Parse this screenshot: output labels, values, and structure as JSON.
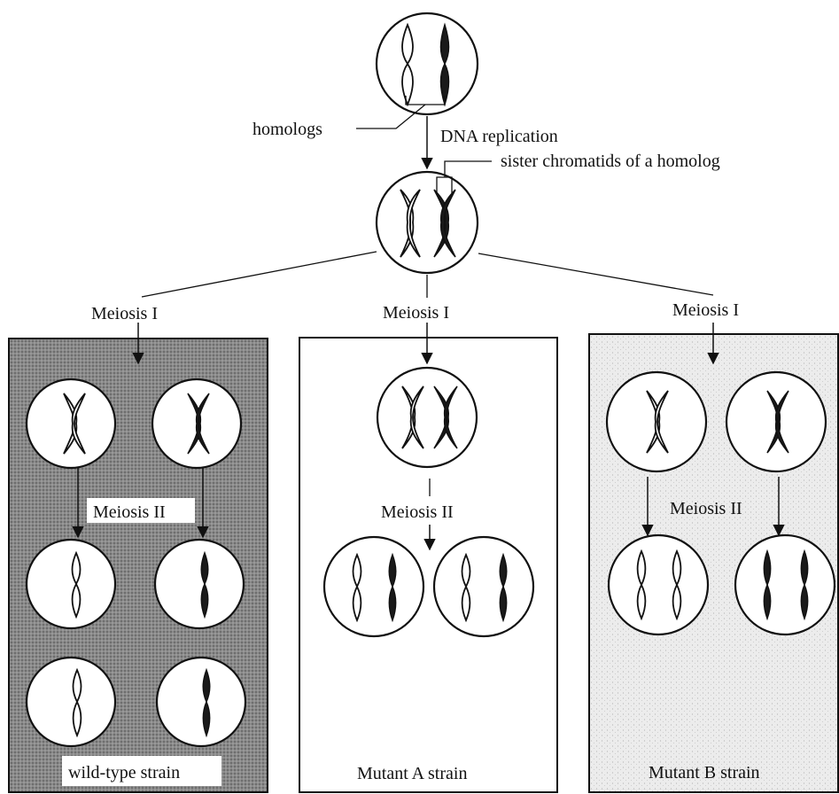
{
  "labels": {
    "homologs": "homologs",
    "dna_replication": "DNA replication",
    "sister_chromatids": "sister chromatids of a homolog",
    "meiosis_1": "Meiosis I",
    "meiosis_2": "Meiosis II"
  },
  "panels": {
    "wild_type": {
      "label": "wild-type strain"
    },
    "mutant_a": {
      "label": "Mutant A strain"
    },
    "mutant_b": {
      "label": "Mutant B strain"
    }
  },
  "colors": {
    "wild_type_background": "#8a8a8a",
    "mutant_b_background": "#ebebeb",
    "white_chromosome": "#ffffff",
    "black_chromosome": "#1a1a1a"
  }
}
